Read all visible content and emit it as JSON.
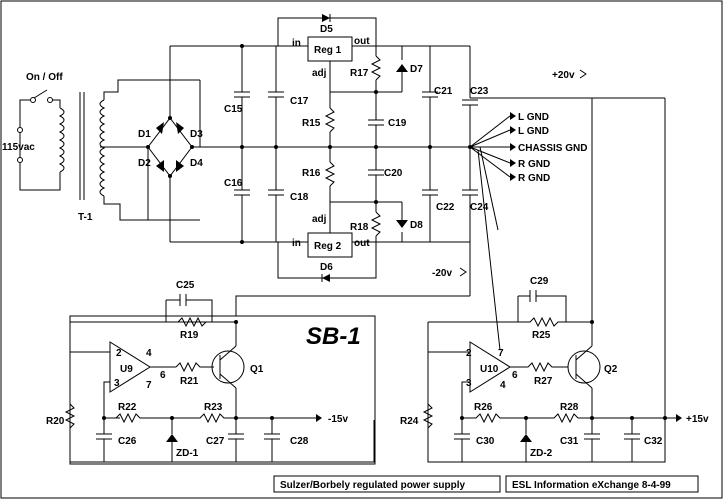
{
  "diagram": {
    "title": "SB-1",
    "footer_left": "Sulzer/Borbely  regulated power supply",
    "footer_right": "ESL Information eXchange  8-4-99",
    "labels": {
      "switch": "On / Off",
      "mains": "115vac",
      "transformer": "T-1",
      "reg1": "Reg 1",
      "reg2": "Reg 2",
      "in1": "in",
      "out1": "out",
      "adj1": "adj",
      "in2": "in",
      "out2": "out",
      "adj2": "adj",
      "plus20": "+20v",
      "minus20": "-20v",
      "minus15": "-15v",
      "plus15": "+15v",
      "lgnd1": "L GND",
      "lgnd2": "L GND",
      "chassis": "CHASSIS GND",
      "rgnd1": "R GND",
      "rgnd2": "R GND"
    },
    "components": {
      "D1": "D1",
      "D2": "D2",
      "D3": "D3",
      "D4": "D4",
      "D5": "D5",
      "D6": "D6",
      "D7": "D7",
      "D8": "D8",
      "C15": "C15",
      "C16": "C16",
      "C17": "C17",
      "C18": "C18",
      "C19": "C19",
      "C20": "C20",
      "C21": "C21",
      "C22": "C22",
      "C23": "C23",
      "C24": "C24",
      "C25": "C25",
      "C26": "C26",
      "C27": "C27",
      "C28": "C28",
      "C29": "C29",
      "C30": "C30",
      "C31": "C31",
      "C32": "C32",
      "R15": "R15",
      "R16": "R16",
      "R17": "R17",
      "R18": "R18",
      "R19": "R19",
      "R20": "R20",
      "R21": "R21",
      "R22": "R22",
      "R23": "R23",
      "R24": "R24",
      "R25": "R25",
      "R26": "R26",
      "R27": "R27",
      "R28": "R28",
      "U9": "U9",
      "U10": "U10",
      "Q1": "Q1",
      "Q2": "Q2",
      "ZD1": "ZD-1",
      "ZD2": "ZD-2",
      "p2a": "2",
      "p3a": "3",
      "p4a": "4",
      "p6a": "6",
      "p7a": "7",
      "p2b": "2",
      "p3b": "3",
      "p4b": "4",
      "p6b": "6",
      "p7b": "7"
    }
  }
}
